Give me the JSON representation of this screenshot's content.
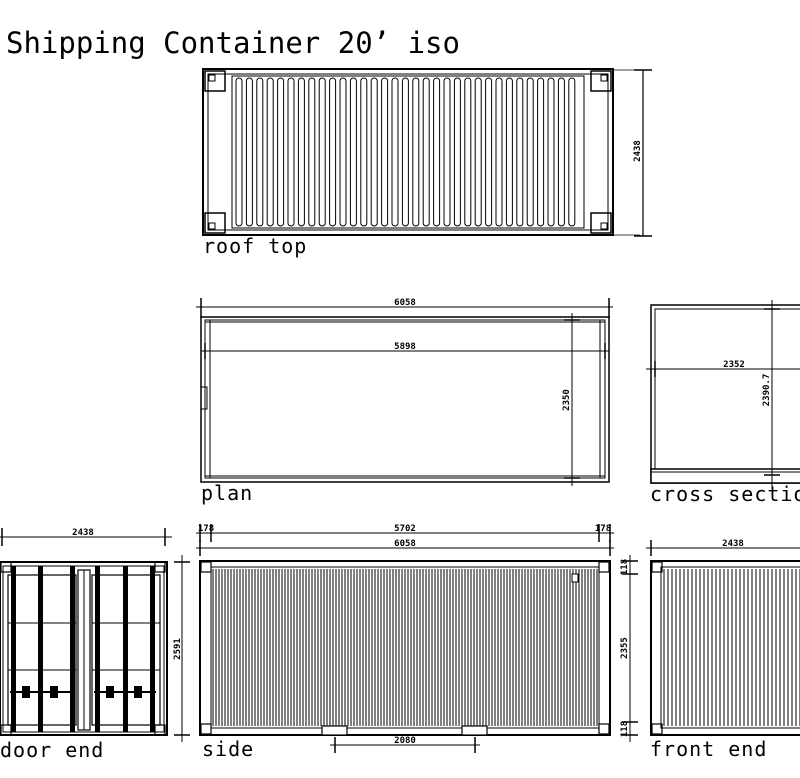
{
  "title": "Shipping Container 20’ iso",
  "views": {
    "roof_top": "roof top",
    "plan": "plan",
    "cross_section": "cross sectio",
    "door_end": "door end",
    "side": "side",
    "front_end": "front end"
  },
  "dimensions": {
    "roof_width": "2438",
    "plan_outer_length": "6058",
    "plan_inner_length": "5898",
    "plan_inner_width": "2350",
    "section_width": "2352",
    "section_height": "2390.7",
    "door_width": "2438",
    "door_height": "2591",
    "side_corner_left": "178",
    "side_inner_length": "5702",
    "side_corner_right": "178",
    "side_length": "6058",
    "side_top_rail": "118",
    "side_height": "2355",
    "side_bottom_rail": "118",
    "fork_spacing": "2080",
    "front_width": "2438"
  }
}
